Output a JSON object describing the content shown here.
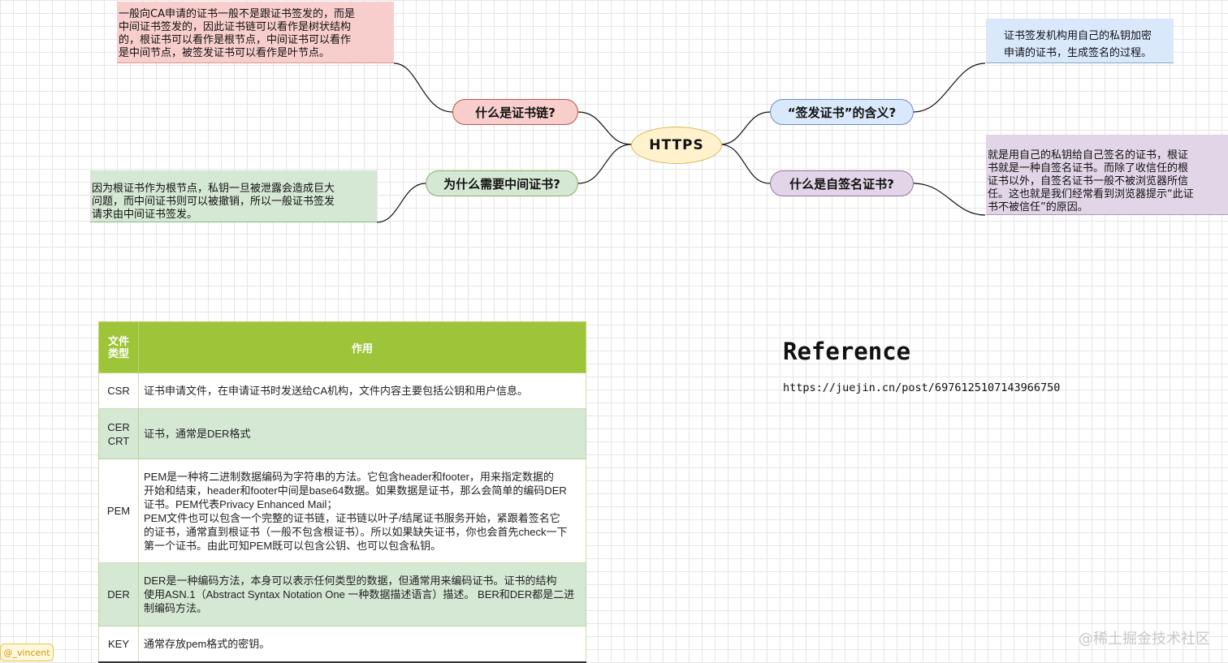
{
  "mindmap": {
    "center": "HTTPS",
    "left_branches": [
      {
        "label": "什么是证书链?",
        "note": "一般向CA申请的证书一般不是跟证书签发的，而是\n中间证书签发的，因此证书链可以看作是树状结构\n的，根证书可以看作是根节点，中间证书可以看作\n是中间节点，被签发证书可以看作是叶节点。",
        "color": "#f8cecc"
      },
      {
        "label": "为什么需要中间证书?",
        "note": "因为根证书作为根节点，私钥一旦被泄露会造成巨大\n问题，而中间证书则可以被撤销，所以一般证书签发\n请求由中间证书签发。",
        "color": "#d5e8d4"
      }
    ],
    "right_branches": [
      {
        "label": "“签发证书”的含义?",
        "note": "证书签发机构用自己的私钥加密\n申请的证书，生成签名的过程。",
        "color": "#dae8fc"
      },
      {
        "label": "什么是自签名证书?",
        "note": "就是用自己的私钥给自己签名的证书，根证\n书就是一种自签名证书。而除了收信任的根\n证书以外，自签名证书一般不被浏览器所信\n任。这也就是我们经常看到浏览器提示“此证\n书不被信任”的原因。",
        "color": "#e1d5e7"
      }
    ]
  },
  "file_table": {
    "headers": [
      "文件\n类型",
      "作用"
    ],
    "rows": [
      {
        "type": "CSR",
        "desc": "    证书申请文件，在申请证书时发送给CA机构，文件内容主要包括公钥和用户信息。"
      },
      {
        "type": "CER\nCRT",
        "desc": "    证书，通常是DER格式"
      },
      {
        "type": "PEM",
        "desc": "    PEM是一种将二进制数据编码为字符串的方法。它包含header和footer，用来指定数据的\n开始和结束，header和footer中间是base64数据。如果数据是证书，那么会简单的编码DER\n证书。PEM代表Privacy Enhanced Mail；\n    PEM文件也可以包含一个完整的证书链，证书链以叶子/结尾证书服务开始，紧跟着签名它\n的证书，通常直到根证书（一般不包含根证书）。所以如果缺失证书，你也会首先check一下\n第一个证书。由此可知PEM既可以包含公钥、也可以包含私钥。"
      },
      {
        "type": "DER",
        "desc": "    DER是一种编码方法，本身可以表示任何类型的数据，但通常用来编码证书。证书的结构\n使用ASN.1（Abstract Syntax Notation One 一种数据描述语言）描述。 BER和DER都是二进\n制编码方法。"
      },
      {
        "type": "KEY",
        "desc": "    通常存放pem格式的密钥。"
      }
    ],
    "header_color": "#9ec53a",
    "row_color": "#d5e8d4"
  },
  "reference": {
    "title": "Reference",
    "url": "https://juejin.cn/post/6976125107143966750"
  },
  "watermark": "@稀土掘金技术社区",
  "author_badge": "@_vincent"
}
